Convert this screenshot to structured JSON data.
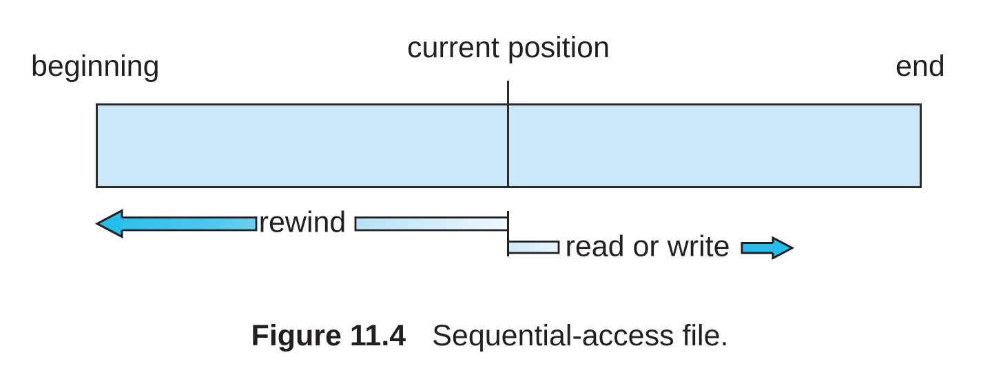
{
  "figure": {
    "labels": {
      "beginning": "beginning",
      "current_position": "current position",
      "end": "end"
    },
    "arrows": {
      "rewind_label": "rewind",
      "read_write_label": "read or write",
      "rewind_direction": "left",
      "read_write_direction": "right"
    },
    "caption": {
      "number": "Figure 11.4",
      "text": "Sequential-access file."
    },
    "colors": {
      "file_fill": "#cbe8f9",
      "outline": "#231f20",
      "arrow_bright": "#25bdec",
      "arrow_mid": "#53c8ef",
      "arrow_pale": "#b5e1f6",
      "arrow_lightest": "#eef7fd",
      "segment_light_start": "#cfeaf9",
      "segment_light_end": "#e9f5fc"
    }
  }
}
